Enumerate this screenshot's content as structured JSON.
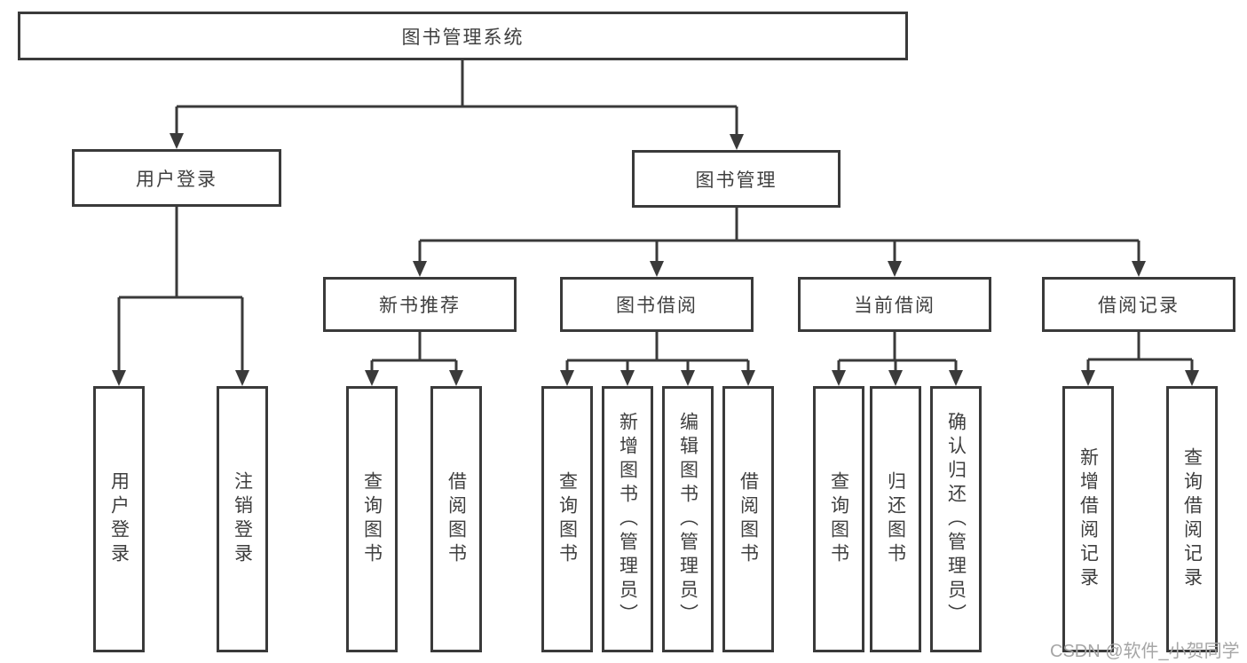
{
  "diagram": {
    "root": "图书管理系统",
    "level2": [
      "用户登录",
      "图书管理"
    ],
    "level3": [
      "新书推荐",
      "图书借阅",
      "当前借阅",
      "借阅记录"
    ],
    "leaves_user_login": [
      "用户登录",
      "注销登录"
    ],
    "leaves_new_books": [
      "查询图书",
      "借阅图书"
    ],
    "leaves_book_borrow": [
      "查询图书",
      "新增图书（管理员）",
      "编辑图书（管理员）",
      "借阅图书"
    ],
    "leaves_current_borrow": [
      "查询图书",
      "归还图书",
      "确认归还（管理员）"
    ],
    "leaves_borrow_records": [
      "新增借阅记录",
      "查询借阅记录"
    ]
  },
  "watermark": "CSDN @软件_小贺同学",
  "colors": {
    "line": "#3a3a3a",
    "text": "#3f3f3f",
    "background": "#ffffff",
    "watermark": "#a6a6a6"
  }
}
